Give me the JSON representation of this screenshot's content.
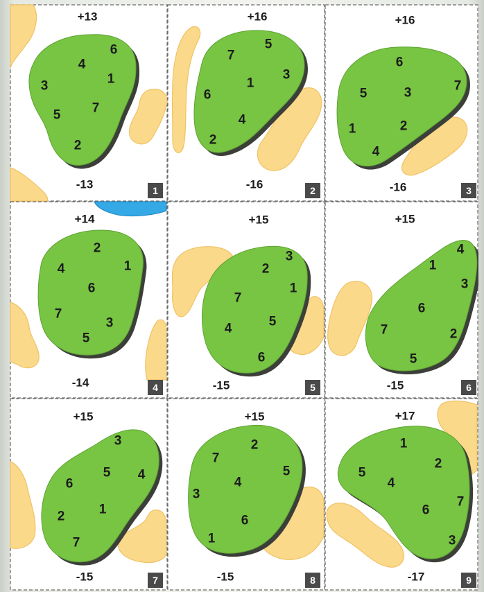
{
  "panels": [
    {
      "number": "1",
      "top": "+13",
      "bottom": "-13",
      "pins": [
        "4",
        "6",
        "3",
        "1",
        "5",
        "7",
        "2"
      ]
    },
    {
      "number": "2",
      "top": "+16",
      "bottom": "-16",
      "pins": [
        "7",
        "5",
        "1",
        "3",
        "6",
        "4",
        "2"
      ]
    },
    {
      "number": "3",
      "top": "+16",
      "bottom": "-16",
      "pins": [
        "6",
        "5",
        "3",
        "7",
        "1",
        "2",
        "4"
      ]
    },
    {
      "number": "4",
      "top": "+14",
      "bottom": "-14",
      "pins": [
        "2",
        "4",
        "1",
        "6",
        "7",
        "3",
        "5"
      ]
    },
    {
      "number": "5",
      "top": "+15",
      "bottom": "-15",
      "pins": [
        "3",
        "2",
        "1",
        "7",
        "4",
        "5",
        "6"
      ]
    },
    {
      "number": "6",
      "top": "+15",
      "bottom": "-15",
      "pins": [
        "4",
        "1",
        "3",
        "6",
        "7",
        "2",
        "5"
      ]
    },
    {
      "number": "7",
      "top": "+15",
      "bottom": "-15",
      "pins": [
        "3",
        "6",
        "5",
        "4",
        "2",
        "1",
        "7"
      ]
    },
    {
      "number": "8",
      "top": "+15",
      "bottom": "-15",
      "pins": [
        "7",
        "2",
        "4",
        "5",
        "3",
        "6",
        "1"
      ]
    },
    {
      "number": "9",
      "top": "+17",
      "bottom": "-17",
      "pins": [
        "1",
        "5",
        "2",
        "4",
        "6",
        "7",
        "3"
      ]
    }
  ],
  "colors": {
    "green": "#78c443",
    "bunker": "#fbd98a",
    "water": "#35a9e6",
    "badge": "#4a4a4a"
  }
}
